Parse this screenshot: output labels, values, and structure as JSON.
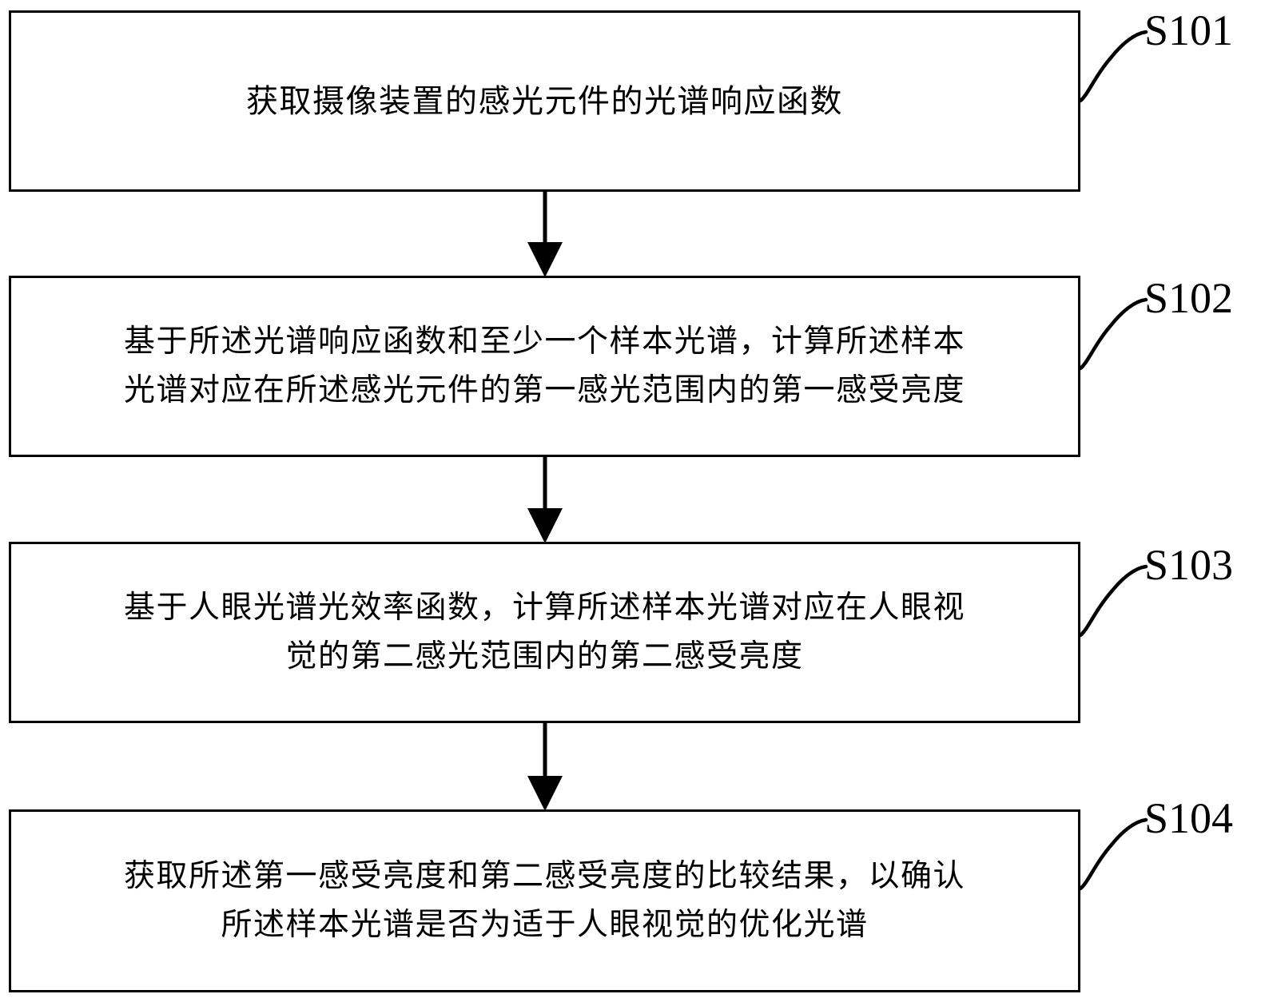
{
  "diagram": {
    "type": "flowchart",
    "orientation": "vertical",
    "figure_language": "zh-CN",
    "colors": {
      "stroke": "#000000",
      "fill": "#ffffff",
      "text": "#000000"
    },
    "steps": [
      {
        "id": "S101",
        "label": "S101",
        "text": "获取摄像装置的感光元件的光谱响应函数",
        "lines": [
          "获取摄像装置的感光元件的光谱响应函数"
        ]
      },
      {
        "id": "S102",
        "label": "S102",
        "text": "基于所述光谱响应函数和至少一个样本光谱，计算所述样本光谱对应在所述感光元件的第一感光范围内的第一感受亮度",
        "lines": [
          "基于所述光谱响应函数和至少一个样本光谱，计算所述样本",
          "光谱对应在所述感光元件的第一感光范围内的第一感受亮度"
        ]
      },
      {
        "id": "S103",
        "label": "S103",
        "text": "基于人眼光谱光效率函数，计算所述样本光谱对应在人眼视觉的第二感光范围内的第二感受亮度",
        "lines": [
          "基于人眼光谱光效率函数，计算所述样本光谱对应在人眼视",
          "觉的第二感光范围内的第二感受亮度"
        ]
      },
      {
        "id": "S104",
        "label": "S104",
        "text": "获取所述第一感受亮度和第二感受亮度的比较结果，以确认所述样本光谱是否为适于人眼视觉的优化光谱",
        "lines": [
          "获取所述第一感受亮度和第二感受亮度的比较结果，以确认",
          "所述样本光谱是否为适于人眼视觉的优化光谱"
        ]
      }
    ],
    "connectors": [
      {
        "from": "S101",
        "to": "S102",
        "arrow": "down"
      },
      {
        "from": "S102",
        "to": "S103",
        "arrow": "down"
      },
      {
        "from": "S103",
        "to": "S104",
        "arrow": "down"
      }
    ]
  }
}
